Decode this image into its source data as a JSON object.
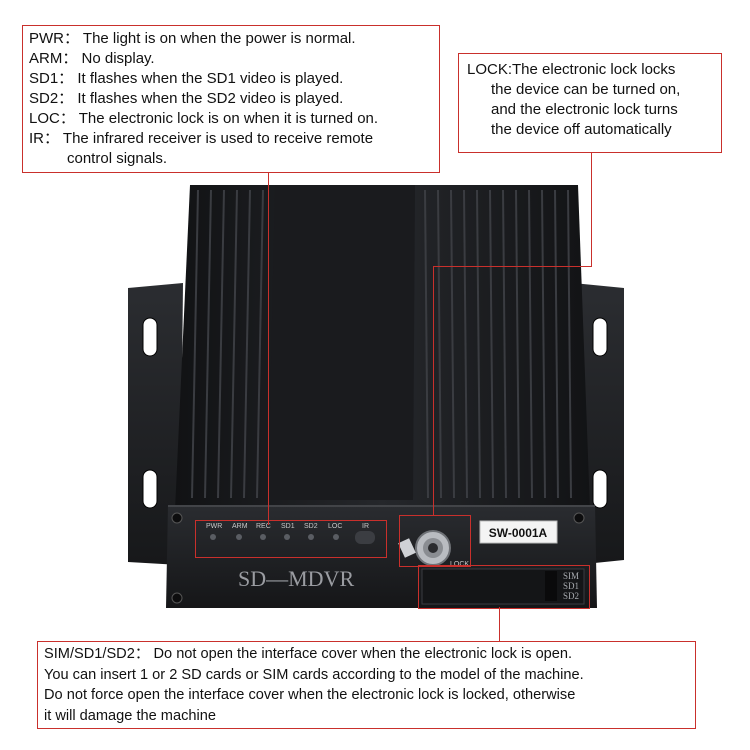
{
  "callout_top_left": {
    "items": [
      {
        "key": "PWR：",
        "text": "The light is on when the power is normal."
      },
      {
        "key": "ARM：",
        "text": "No display."
      },
      {
        "key": "SD1：",
        "text": "It flashes when the SD1 video is played."
      },
      {
        "key": "SD2：",
        "text": "It flashes when the SD2 video is played."
      },
      {
        "key": "LOC：",
        "text": "The electronic lock is on when it is turned on."
      },
      {
        "key": "IR：",
        "text": "The infrared receiver is used to receive remote"
      }
    ],
    "continuation": "control signals."
  },
  "callout_top_right": {
    "line1": "LOCK:The electronic lock locks",
    "line2": "the device can be turned on,",
    "line3": "and the electronic lock turns",
    "line4": "the device off automatically"
  },
  "callout_bottom": {
    "line1": "SIM/SD1/SD2： Do not open the interface cover when the electronic lock is open.",
    "line2": "You can insert 1 or 2 SD cards or SIM cards according to the model of the machine.",
    "line3": "Do not force open the interface cover when the electronic lock is locked, otherwise",
    "line4": "it will damage the machine"
  },
  "device": {
    "brand_text": "SD—MDVR",
    "model_label": "SW-0001A",
    "lock_label": "LOCK",
    "led_labels": [
      "PWR",
      "ARM",
      "REC",
      "SD1",
      "SD2",
      "LOC",
      "IR"
    ],
    "slot_labels": [
      "SIM",
      "SD1",
      "SD2"
    ]
  },
  "colors": {
    "callout_border": "#c9302c",
    "device_body": "#1b1c1f",
    "text": "#111111"
  }
}
